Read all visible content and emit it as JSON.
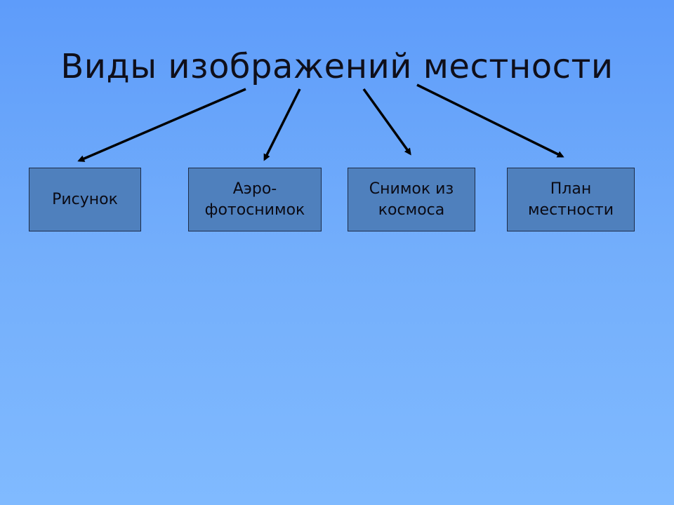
{
  "title": "Виды изображений местности",
  "nodes": [
    {
      "label": "Рисунок"
    },
    {
      "label": "Аэро-\nфотоснимок"
    },
    {
      "label": "Снимок из\nкосмоса"
    },
    {
      "label": "План\nместности"
    }
  ],
  "colors": {
    "background_top": "#5e9cfa",
    "background_bottom": "#80baff",
    "node_fill": "#4f80bd",
    "node_border": "#1d2c47",
    "arrow": "#000000"
  }
}
